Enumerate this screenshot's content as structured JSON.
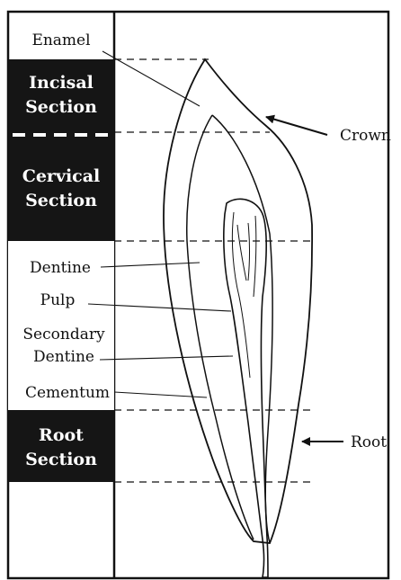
{
  "figure": {
    "colors": {
      "ink": "#111111",
      "paper": "#ffffff",
      "section_fill": "#151515"
    },
    "sections": {
      "incisal": {
        "line1": "Incisal",
        "line2": "Section"
      },
      "cervical": {
        "line1": "Cervical",
        "line2": "Section"
      },
      "root": {
        "line1": "Root",
        "line2": "Section"
      }
    },
    "labels": {
      "enamel": "Enamel",
      "dentine": "Dentine",
      "pulp": "Pulp",
      "secondary_dentine_line1": "Secondary",
      "secondary_dentine_line2": "Dentine",
      "cementum": "Cementum",
      "crown": "Crown",
      "root": "Root"
    }
  }
}
